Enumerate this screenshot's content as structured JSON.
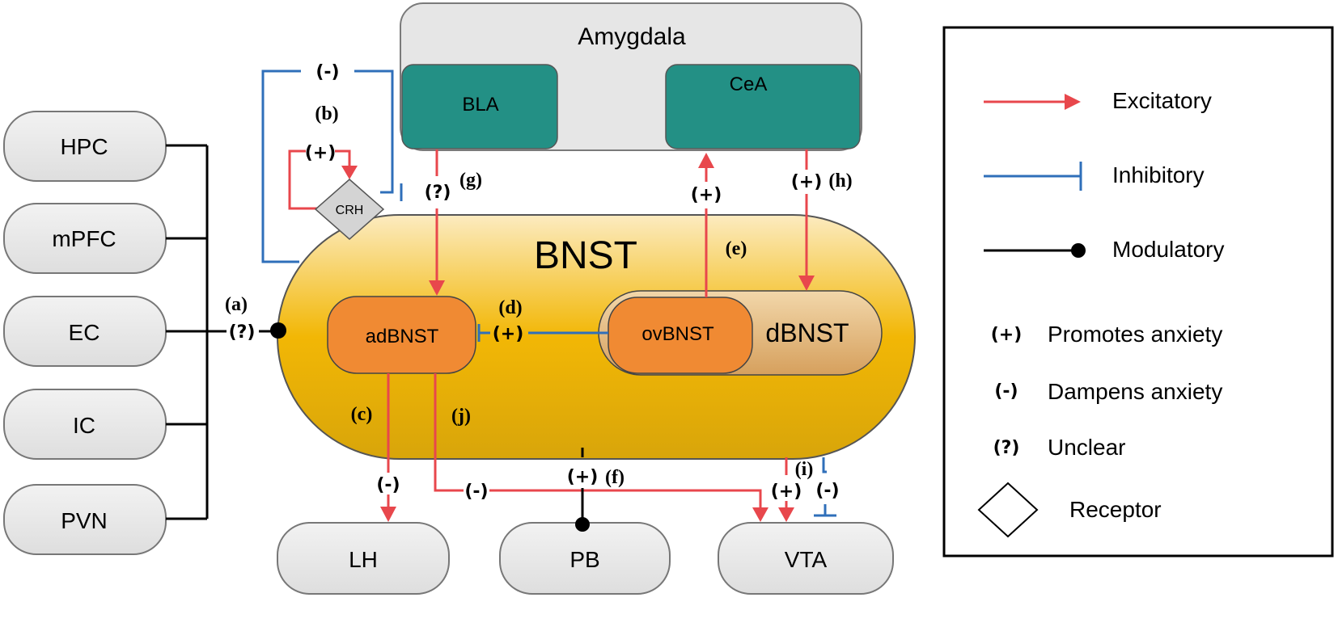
{
  "regions": {
    "amygdala": "Amygdala",
    "bla": "BLA",
    "cea": "CeA",
    "bnst": "BNST",
    "adbnst": "adBNST",
    "ovbnst": "ovBNST",
    "dbnst": "dBNST",
    "crh": "CRH"
  },
  "inputs": [
    "HPC",
    "mPFC",
    "EC",
    "IC",
    "PVN"
  ],
  "outputs": {
    "lh": "LH",
    "pb": "PB",
    "vta": "VTA"
  },
  "pathway_labels": {
    "a": "(a)",
    "b": "(b)",
    "c": "(c)",
    "d": "(d)",
    "e": "(e)",
    "f": "(f)",
    "g": "(g)",
    "h": "(h)",
    "i": "(i)",
    "j": "(j)"
  },
  "signs": {
    "b_top": "(-)",
    "b_loop": "(+)",
    "g": "(?)",
    "a": "(?)",
    "d": "(+)",
    "e": "(+)",
    "h": "(+)",
    "c": "(-)",
    "j": "(-)",
    "f": "(+)",
    "i_excit": "(+)",
    "i_inhib": "(-)"
  },
  "legend": {
    "excitatory": "Excitatory",
    "inhibitory": "Inhibitory",
    "modulatory": "Modulatory",
    "promotes_symbol": "(+)",
    "promotes": "Promotes anxiety",
    "dampens_symbol": "(-)",
    "dampens": "Dampens anxiety",
    "unclear_symbol": "(?)",
    "unclear": "Unclear",
    "receptor": "Receptor"
  },
  "colors": {
    "excitatory": "#e8474c",
    "inhibitory": "#2f6fba",
    "modulatory": "#000000",
    "teal": "#239085",
    "orange": "#f08a33",
    "node_fill": "#e4e4e4"
  }
}
